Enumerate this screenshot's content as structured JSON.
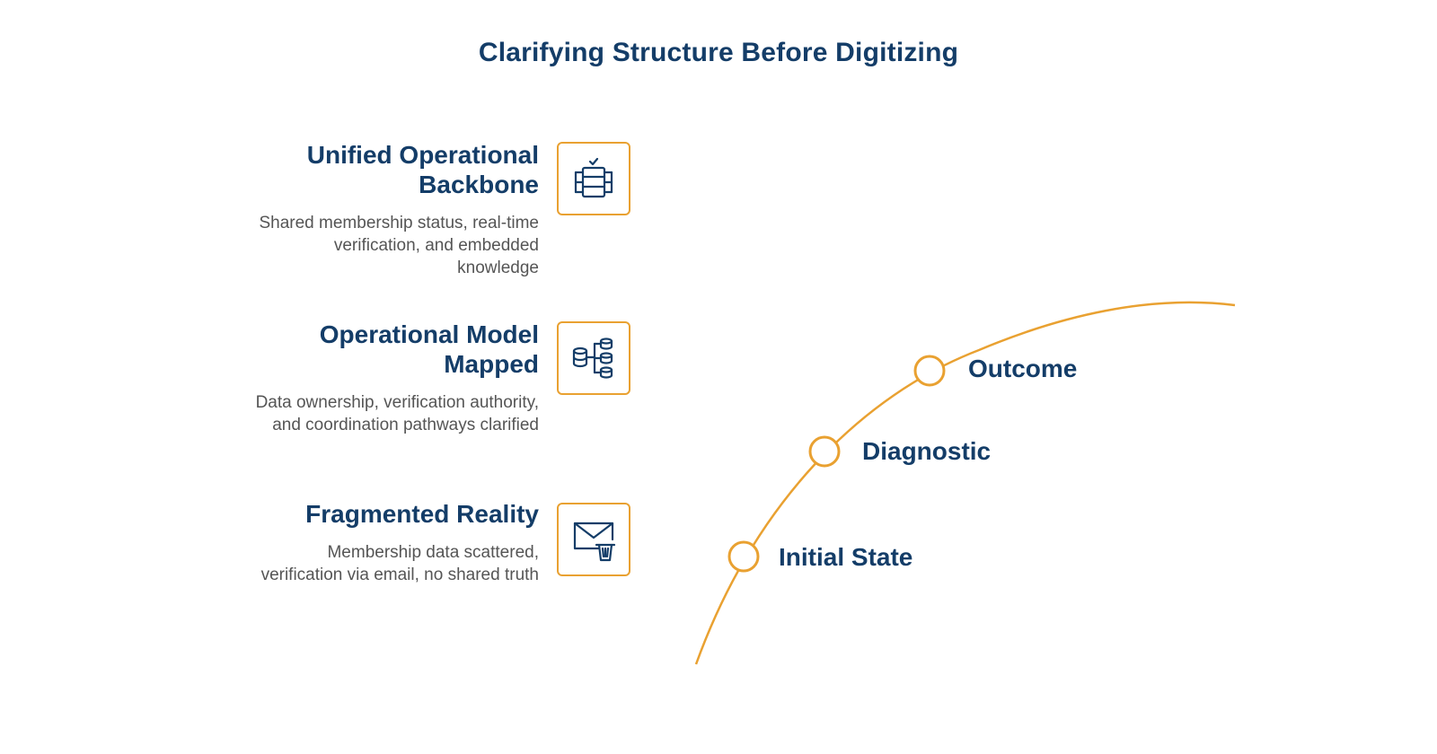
{
  "title": "Clarifying Structure Before Digitizing",
  "items": [
    {
      "heading": "Unified Operational Backbone",
      "description": "Shared membership status, real-time verification, and embedded knowledge",
      "icon": "server-check-icon"
    },
    {
      "heading": "Operational Model Mapped",
      "description": "Data ownership, verification authority, and coordination pathways clarified",
      "icon": "database-hierarchy-icon"
    },
    {
      "heading": "Fragmented Reality",
      "description": "Membership data scattered, verification via email, no shared truth",
      "icon": "mail-trash-icon"
    }
  ],
  "stages": [
    "Outcome",
    "Diagnostic",
    "Initial State"
  ],
  "colors": {
    "accent": "#e9a131",
    "heading": "#143d68",
    "body_text": "#555555"
  }
}
